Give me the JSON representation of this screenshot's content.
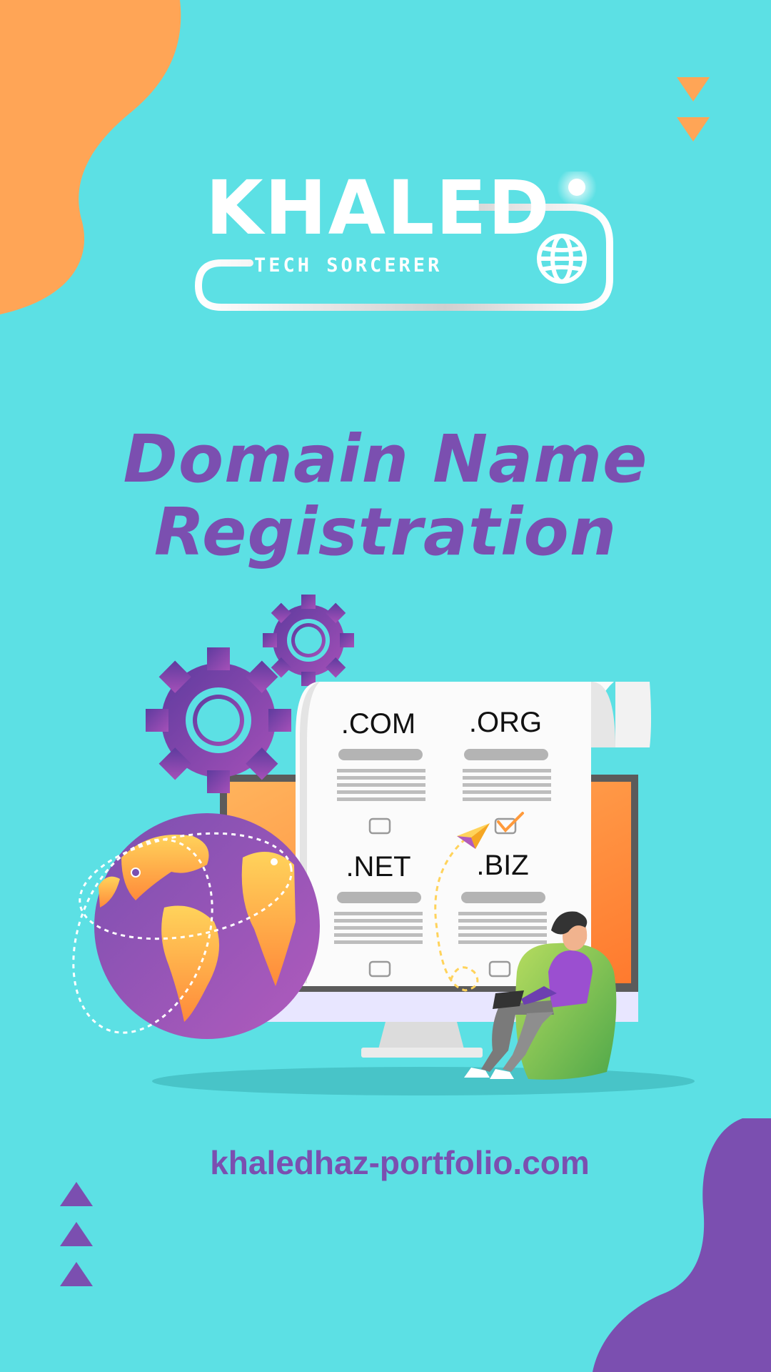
{
  "logo": {
    "name": "KHALED",
    "tagline": "TECH SORCERER",
    "icon": "globe-icon"
  },
  "headline": {
    "line1": "Domain Name",
    "line2": "Registration"
  },
  "illustration": {
    "domains": [
      ".COM",
      ".ORG",
      ".NET",
      ".BIZ"
    ],
    "icons": [
      "gear-icon",
      "globe-icon",
      "monitor-icon",
      "document-icon",
      "paper-plane-icon",
      "checkmark-icon"
    ]
  },
  "website": "khaledhaz-portfolio.com",
  "colors": {
    "background": "#5ce0e4",
    "purple": "#7b4fb0",
    "orange": "#ffa556",
    "white": "#ffffff"
  }
}
